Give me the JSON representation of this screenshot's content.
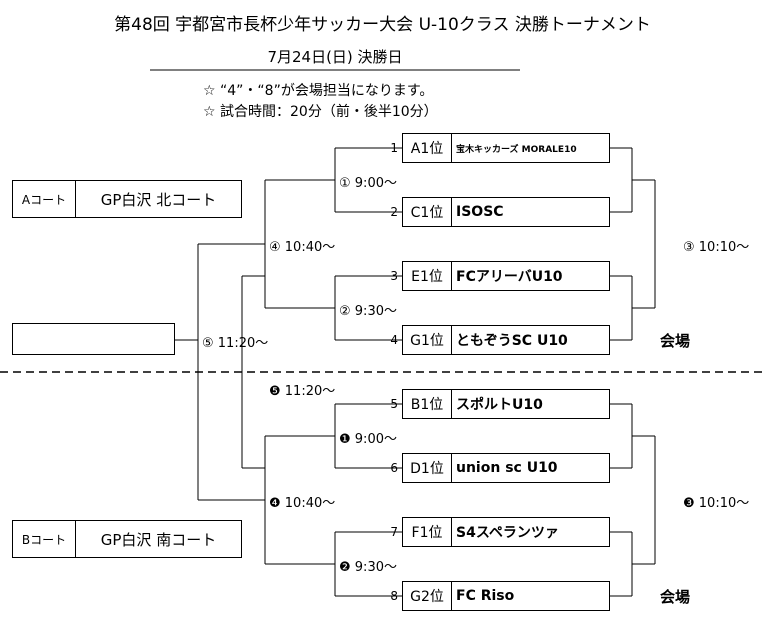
{
  "header": {
    "title": "第48回 宇都宮市長杯少年サッカー大会 U-10クラス 決勝トーナメント",
    "date": "7月24日(日) 決勝日",
    "note1": "☆ “4”・“8”が会場担当になります。",
    "note2": "☆ 試合時間：20分（前・後半10分）"
  },
  "courts": {
    "a": {
      "label": "Aコート",
      "name": "GP白沢 北コート"
    },
    "b": {
      "label": "Bコート",
      "name": "GP白沢 南コート"
    }
  },
  "seeds": [
    {
      "num": "1",
      "rank": "A1位",
      "team": "宝木キッカーズ MORALE10"
    },
    {
      "num": "2",
      "rank": "C1位",
      "team": "ISOSC"
    },
    {
      "num": "3",
      "rank": "E1位",
      "team": "FCアリーバU10"
    },
    {
      "num": "4",
      "rank": "G1位",
      "team": "ともぞうSC U10"
    },
    {
      "num": "5",
      "rank": "B1位",
      "team": "スポルトU10"
    },
    {
      "num": "6",
      "rank": "D1位",
      "team": "union sc U10"
    },
    {
      "num": "7",
      "rank": "F1位",
      "team": "S4スペランツァ"
    },
    {
      "num": "8",
      "rank": "G2位",
      "team": "FC Riso"
    }
  ],
  "matches": {
    "m1": "① 9:00～",
    "m2": "② 9:30～",
    "m3": "③ 10:10～",
    "m4": "④ 10:40～",
    "m5": "⑤ 11:20～",
    "b1": "❶ 9:00～",
    "b2": "❷ 9:30～",
    "b3": "❸ 10:10～",
    "b4": "❹ 10:40～",
    "b5": "❺ 11:20～"
  },
  "venue_labels": [
    "会場",
    "会場"
  ],
  "winner_box": ""
}
